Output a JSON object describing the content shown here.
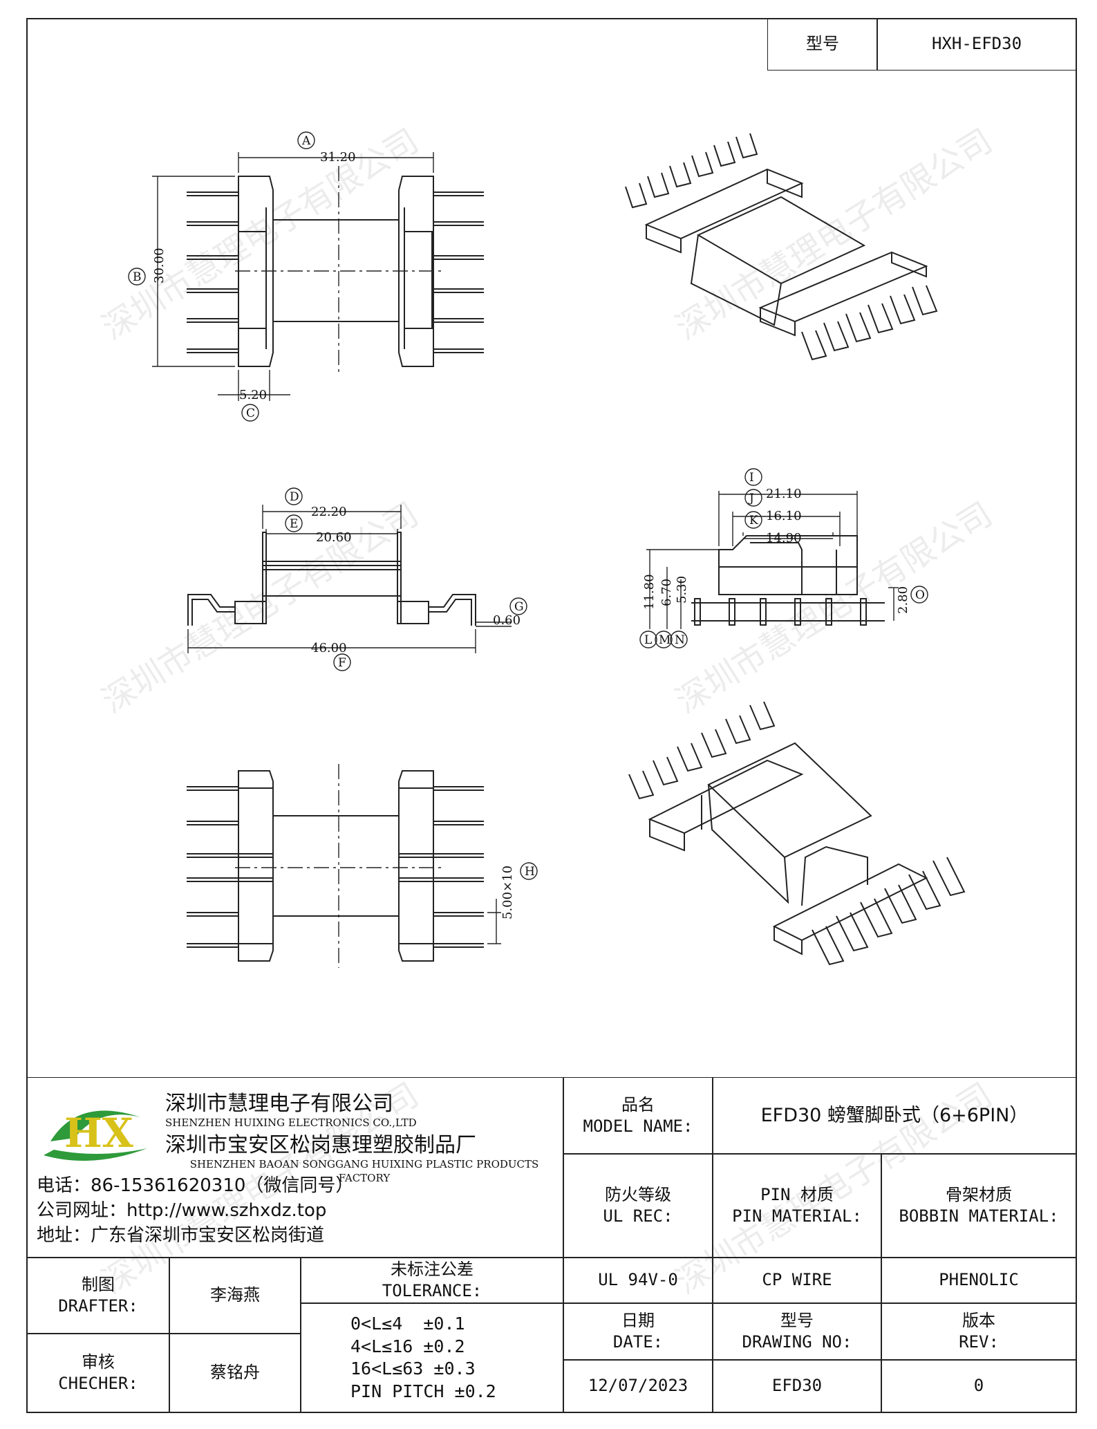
{
  "header": {
    "model_label": "型号",
    "model_value": "HXH-EFD30"
  },
  "watermark": "深圳市慧理电子有限公司",
  "dimensions": {
    "A": "31.20",
    "B": "30.00",
    "C": "5.20",
    "D": "22.20",
    "E": "20.60",
    "F": "46.00",
    "G": "0.60",
    "H": "5.00×10",
    "I": "21.10",
    "J": "16.10",
    "K": "14.90",
    "L": "11.80",
    "M": "6.70",
    "N": "5.30",
    "O": "2.80"
  },
  "markers": {
    "A": "A",
    "B": "B",
    "C": "C",
    "D": "D",
    "E": "E",
    "F": "F",
    "G": "G",
    "H": "H",
    "I": "I",
    "J": "J",
    "K": "K",
    "L": "L",
    "M": "M",
    "N": "N",
    "O": "O"
  },
  "company": {
    "name_cn": "深圳市慧理电子有限公司",
    "name_en": "SHENZHEN HUIXING ELECTRONICS CO.,LTD",
    "factory_cn": "深圳市宝安区松岗惠理塑胶制品厂",
    "factory_en": "SHENZHEN BAOAN SONGGANG HUIXING PLASTIC PRODUCTS FACTORY",
    "phone": "电话：86-15361620310（微信同号）",
    "website": "公司网址：http://www.szhxdz.top",
    "address": "地址：广东省深圳市宝安区松岗街道",
    "logo_text": "HX"
  },
  "title_block": {
    "model_name_label_cn": "品名",
    "model_name_label_en": "MODEL NAME:",
    "model_name_value": "EFD30 螃蟹脚卧式（6+6PIN）",
    "ul_label_cn": "防火等级",
    "ul_label_en": "UL REC:",
    "pin_label_cn": "PIN 材质",
    "pin_label_en": "PIN MATERIAL:",
    "bobbin_label_cn": "骨架材质",
    "bobbin_label_en": "BOBBIN MATERIAL:",
    "ul_value": "UL 94V-0",
    "pin_value": "CP WIRE",
    "bobbin_value": "PHENOLIC",
    "drafter_cn": "制图",
    "drafter_en": "DRAFTER:",
    "drafter_name": "李海燕",
    "checker_cn": "审核",
    "checker_en": "CHECHER:",
    "checker_name": "蔡铭舟",
    "tolerance_cn": "未标注公差",
    "tolerance_en": "TOLERANCE:",
    "tolerance_lines": [
      "0<L≤4  ±0.1",
      "4<L≤16 ±0.2",
      "16<L≤63 ±0.3",
      "PIN PITCH ±0.2"
    ],
    "date_cn": "日期",
    "date_en": "DATE:",
    "drawing_cn": "型号",
    "drawing_en": "DRAWING NO:",
    "rev_cn": "版本",
    "rev_en": "REV:",
    "date_value": "12/07/2023",
    "drawing_value": "EFD30",
    "rev_value": "0"
  },
  "colors": {
    "logo_green": "#2e9a3a",
    "logo_yellow": "#d8c21a",
    "line": "#222222"
  }
}
